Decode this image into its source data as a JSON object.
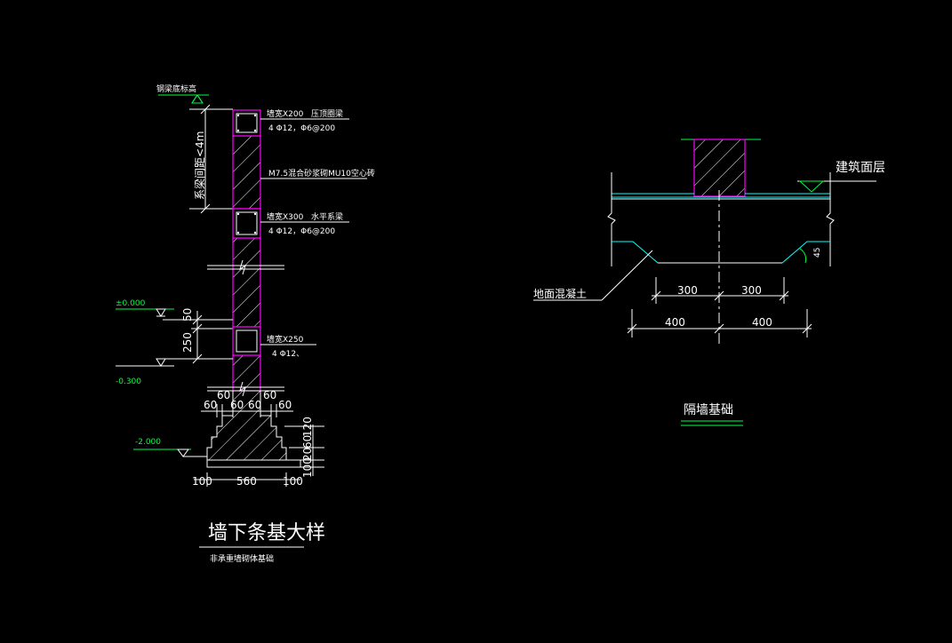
{
  "colors": {
    "background": "#000000",
    "white": "#ffffff",
    "green": "#00ff40",
    "magenta": "#ff00ff",
    "cyan": "#00ffff",
    "grey": "#9a9a9a"
  },
  "left_detail": {
    "label_top_elev": "钢梁底标高",
    "label_cap_beam_size": "墙宽X200",
    "label_cap_beam": "压顶圈梁",
    "label_cap_rebar": "4 Φ12，Φ6@200",
    "label_mortar": "M7.5混合砂浆砌MU10空心砖",
    "label_mid_beam_size": "墙宽X300",
    "label_mid_beam": "水平系梁",
    "label_mid_rebar": "4 Φ12，Φ6@200",
    "label_spacing": "系梁间距<4m",
    "elev_zero": "±0.000",
    "elev_m0300": "-0.300",
    "elev_m2000": "-2.000",
    "dim_50": "50",
    "dim_250": "250",
    "label_bot_beam_size": "墙宽X250",
    "label_bot_rebar": "4 Φ12、",
    "dim_60_a": "60",
    "dim_60_b": "60",
    "dim_60_c": "60",
    "dim_60_d": "60",
    "dim_60_e": "60",
    "dim_60_f": "60",
    "dim_120": "120",
    "dim_60_r": "60",
    "dim_20_r": "20",
    "dim_100_r": "100",
    "dim_100_l": "100",
    "dim_560": "560",
    "dim_100_b": "100",
    "title": "墙下条基大样",
    "subtitle": "非承重墙砌体基础"
  },
  "right_detail": {
    "label_floor": "建筑面层",
    "label_concrete": "地面混凝土",
    "dim_300_l": "300",
    "dim_300_r": "300",
    "dim_400_l": "400",
    "dim_400_r": "400",
    "dim_slope": "45",
    "title": "隔墙基础"
  }
}
